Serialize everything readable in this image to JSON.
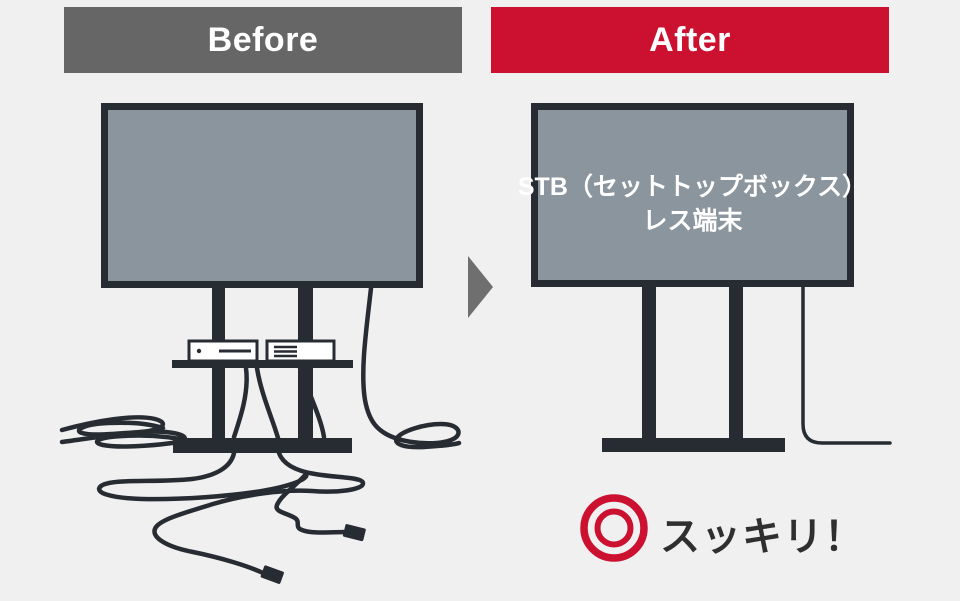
{
  "panels": {
    "before": {
      "header_label": "Before",
      "header_color": "#666666"
    },
    "after": {
      "header_label": "After",
      "header_color": "#CC1130",
      "tv_caption_line1": "STB（セットトップボックス）",
      "tv_caption_line2": "レス端末",
      "result_label": "スッキリ！"
    }
  },
  "icons": {
    "transition_arrow": "right-triangle-arrow",
    "result_badge": "double-circle"
  },
  "colors": {
    "background": "#F0F0F1",
    "outline_dark": "#272C33",
    "tv_screen_gray": "#8B959D",
    "accent_red": "#CC1130",
    "header_gray": "#666666",
    "arrow_gray": "#6F6F6F",
    "text_dark": "#2F2F2F",
    "device_white": "#FFFFFF"
  }
}
